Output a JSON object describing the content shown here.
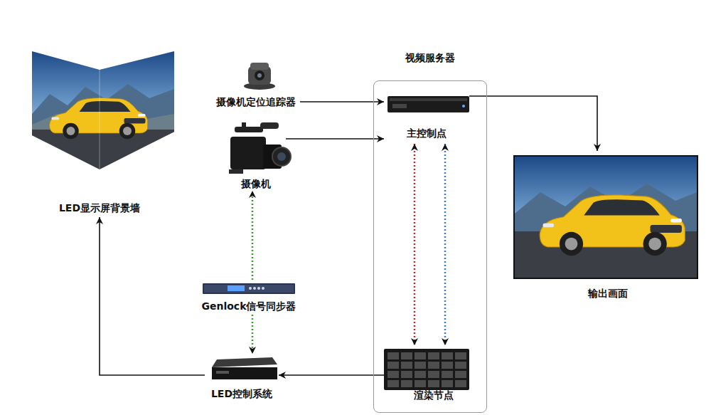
{
  "diagram": {
    "nodes": [
      {
        "text": [
          "LED显示屏背景墙"
        ]
      },
      {
        "text": [
          "摄像机定位追踪器"
        ]
      },
      {
        "text": [
          "摄像机"
        ]
      },
      {
        "text": [
          "视频服务器"
        ]
      },
      {
        "text": [
          "主控制点"
        ],
        "in": 3
      },
      {
        "text": [
          "输出画面"
        ]
      },
      {
        "text": [
          "Genlock信号同步器"
        ]
      },
      {
        "text": [
          "LED控制系统"
        ]
      },
      {
        "text": [
          "渲染节点"
        ],
        "in": 3
      }
    ],
    "edges": [
      {
        "from": 1,
        "to": 4,
        "arrow": "to"
      },
      {
        "from": 2,
        "to": 4,
        "arrow": "to"
      },
      {
        "from": 4,
        "to": 5,
        "arrow": "to"
      },
      {
        "from": 4,
        "to": 8,
        "arrow": "both"
      },
      {
        "from": 4,
        "to": 8,
        "arrow": "both"
      },
      {
        "from": 6,
        "to": 2,
        "arrow": "to"
      },
      {
        "from": 6,
        "to": 7,
        "arrow": "to"
      },
      {
        "from": 8,
        "to": 7,
        "arrow": "to"
      },
      {
        "from": 7,
        "to": 0,
        "arrow": "to"
      }
    ]
  }
}
